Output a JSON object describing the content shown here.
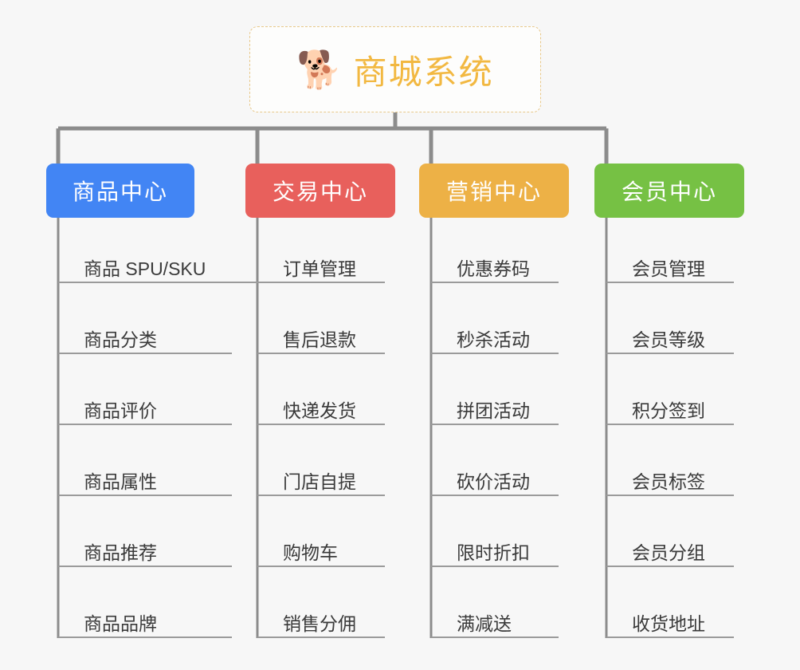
{
  "root": {
    "icon": "shiba-dog-emoji",
    "icon_glyph": "🐕",
    "title": "商城系统",
    "title_color": "#F2B841",
    "border_color": "#e8c88a"
  },
  "canvas": {
    "background": "#f7f7f7",
    "connector_color": "#8c8c8c",
    "leaf_rule_color": "#9b9b9b",
    "leaf_text_color": "#3a3a3a"
  },
  "categories": [
    {
      "label": "商品中心",
      "color": "#4285F4",
      "items": [
        "商品 SPU/SKU",
        "商品分类",
        "商品评价",
        "商品属性",
        "商品推荐",
        "商品品牌"
      ]
    },
    {
      "label": "交易中心",
      "color": "#E8605C",
      "items": [
        "订单管理",
        "售后退款",
        "快递发货",
        "门店自提",
        "购物车",
        "销售分佣"
      ]
    },
    {
      "label": "营销中心",
      "color": "#EDB146",
      "items": [
        "优惠券码",
        "秒杀活动",
        "拼团活动",
        "砍价活动",
        "限时折扣",
        "满减送"
      ]
    },
    {
      "label": "会员中心",
      "color": "#76C144",
      "items": [
        "会员管理",
        "会员等级",
        "积分签到",
        "会员标签",
        "会员分组",
        "收货地址"
      ]
    }
  ]
}
